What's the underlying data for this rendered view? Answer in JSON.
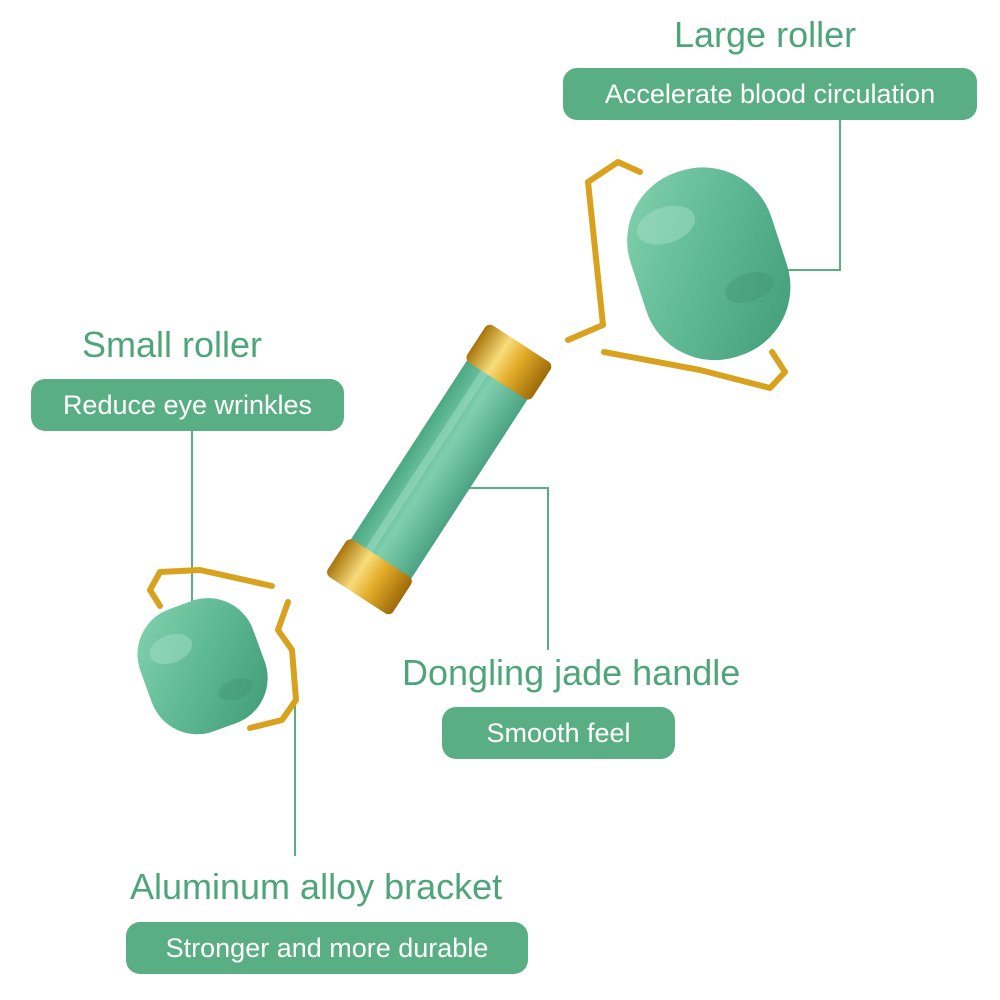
{
  "large_roller": {
    "title": "Large roller",
    "caption": "Accelerate blood circulation"
  },
  "small_roller": {
    "title": "Small roller",
    "caption": "Reduce eye wrinkles"
  },
  "handle": {
    "title": "Dongling jade handle",
    "caption": "Smooth feel"
  },
  "bracket": {
    "title": "Aluminum alloy bracket",
    "caption": "Stronger and more durable"
  },
  "colors": {
    "accent": "#5aae84",
    "title_text": "#4fa57a",
    "jade": "#5fb895",
    "gold": "#d9a520"
  }
}
